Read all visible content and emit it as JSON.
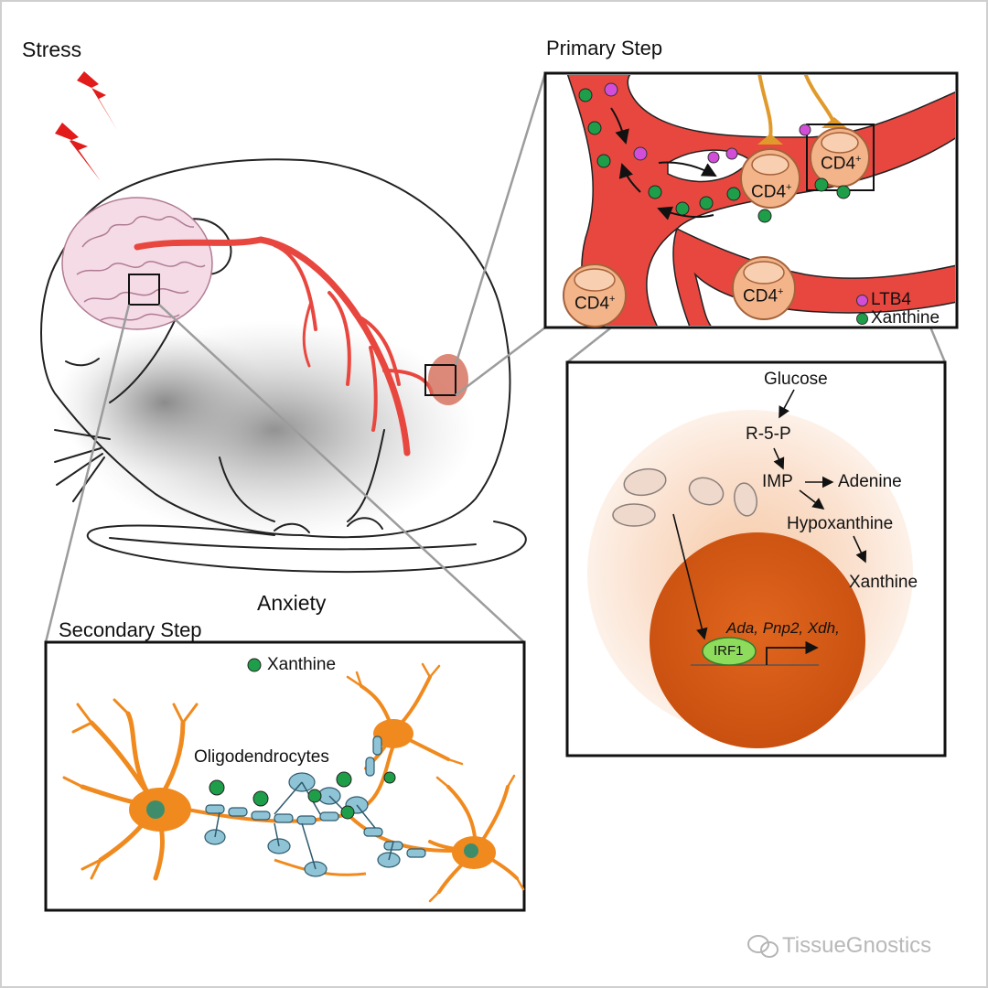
{
  "labels": {
    "stress": "Stress",
    "anxiety": "Anxiety",
    "primary_step": "Primary Step",
    "secondary_step": "Secondary Step"
  },
  "primary_panel": {
    "cell_label": "CD4",
    "cell_label_sup": "+",
    "legend": [
      {
        "name": "LTB4",
        "color": "#d24dd8"
      },
      {
        "name": "Xanthine",
        "color": "#1f9e4a"
      }
    ]
  },
  "pathway_panel": {
    "nodes": {
      "glucose": "Glucose",
      "r5p": "R-5-P",
      "imp": "IMP",
      "adenine": "Adenine",
      "hypoxanthine": "Hypoxanthine",
      "xanthine": "Xanthine"
    },
    "gene_label": "Ada, Pnp2, Xdh,",
    "tf_label": "IRF1"
  },
  "secondary_panel": {
    "legend_item": "Xanthine",
    "cell_label": "Oligodendrocytes"
  },
  "watermark": "TissueGnostics",
  "colors": {
    "vessel": "#e8473f",
    "xanthine": "#1f9e4a",
    "ltb4": "#d24dd8",
    "cd4_cell": "#f3b48a",
    "nucleus": "#d8581a",
    "astrocyte": "#f08a1e",
    "myelin": "#8fc3d6"
  }
}
